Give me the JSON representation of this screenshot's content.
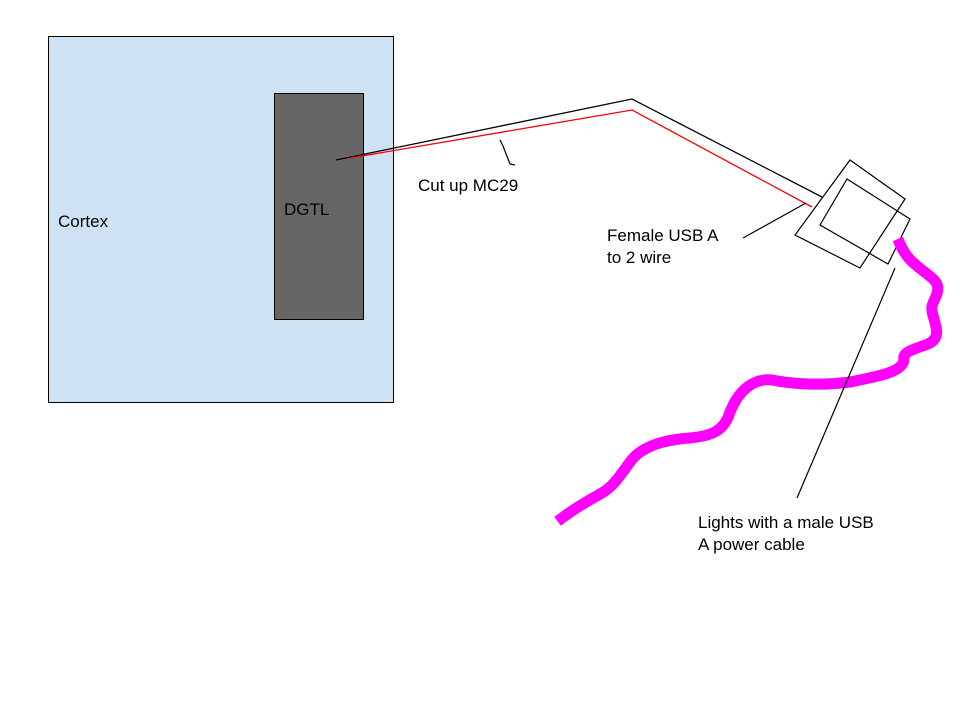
{
  "colors": {
    "cortex_fill": "#cfe2f3",
    "dgtl_fill": "#666666",
    "wire_black": "#000000",
    "wire_red": "#ff0000",
    "light_cable": "#ff00ff"
  },
  "cortex": {
    "label": "Cortex"
  },
  "dgtl": {
    "label": "DGTL"
  },
  "cable": {
    "label": "Cut up MC29"
  },
  "usb_adapter": {
    "line1": "Female USB A",
    "line2": "to 2 wire"
  },
  "lights": {
    "line1": "Lights with a male USB",
    "line2": "A power cable"
  }
}
